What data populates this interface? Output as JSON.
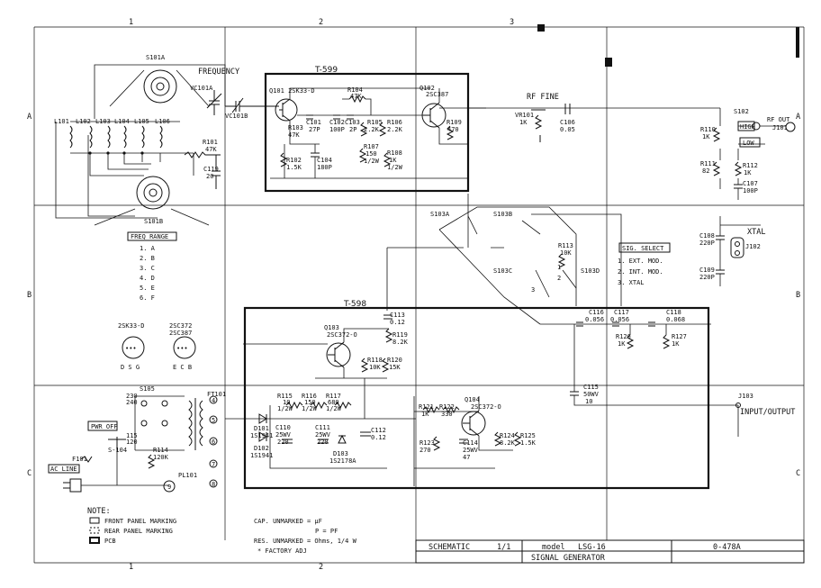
{
  "grid": {
    "cols": [
      "1",
      "2",
      "3"
    ],
    "rows": [
      "A",
      "B",
      "C"
    ]
  },
  "boards": {
    "t599": "T-599",
    "t598": "T-598"
  },
  "labels": [
    {
      "k": "s101a",
      "t": "S101A"
    },
    {
      "k": "s101b",
      "t": "S101B"
    },
    {
      "k": "freq",
      "t": "FREQUENCY"
    },
    {
      "k": "vc101a",
      "t": "VC101A"
    },
    {
      "k": "vc101b",
      "t": "VC101B"
    },
    {
      "k": "l101",
      "t": "L101"
    },
    {
      "k": "l102",
      "t": "L102"
    },
    {
      "k": "l103",
      "t": "L103"
    },
    {
      "k": "l104",
      "t": "L104"
    },
    {
      "k": "l105",
      "t": "L105"
    },
    {
      "k": "l106",
      "t": "L106"
    },
    {
      "k": "r101",
      "t": "R101"
    },
    {
      "k": "r101v",
      "t": "47K"
    },
    {
      "k": "c119",
      "t": "C119"
    },
    {
      "k": "c119v",
      "t": "20"
    },
    {
      "k": "q101",
      "t": "Q101 2SK33-D"
    },
    {
      "k": "c101",
      "t": "C101"
    },
    {
      "k": "c101v",
      "t": "27P"
    },
    {
      "k": "c102",
      "t": "C102"
    },
    {
      "k": "c102v",
      "t": "100P"
    },
    {
      "k": "c103",
      "t": "C103"
    },
    {
      "k": "c103v",
      "t": "2P"
    },
    {
      "k": "r104",
      "t": "R104"
    },
    {
      "k": "r104v",
      "t": "47K"
    },
    {
      "k": "r105",
      "t": "R105"
    },
    {
      "k": "r105v",
      "t": "2.2K"
    },
    {
      "k": "r106",
      "t": "R106"
    },
    {
      "k": "r106v",
      "t": "2.2K"
    },
    {
      "k": "r103",
      "t": "R103"
    },
    {
      "k": "r103v",
      "t": "47K"
    },
    {
      "k": "r102",
      "t": "R102"
    },
    {
      "k": "r102v",
      "t": "1.5K"
    },
    {
      "k": "c104",
      "t": "C104"
    },
    {
      "k": "c104v",
      "t": "180P"
    },
    {
      "k": "r107",
      "t": "R107"
    },
    {
      "k": "r107v",
      "t": "150"
    },
    {
      "k": "r107w",
      "t": "1/2W"
    },
    {
      "k": "r108",
      "t": "R108"
    },
    {
      "k": "r108v",
      "t": "1K"
    },
    {
      "k": "r108w",
      "t": "1/2W"
    },
    {
      "k": "q102",
      "t": "Q102"
    },
    {
      "k": "q102p",
      "t": "2SC387"
    },
    {
      "k": "r109",
      "t": "R109"
    },
    {
      "k": "r109v",
      "t": "470"
    },
    {
      "k": "rffine",
      "t": "RF FINE"
    },
    {
      "k": "vr101",
      "t": "VR101"
    },
    {
      "k": "vr101v",
      "t": "1K"
    },
    {
      "k": "c106",
      "t": "C106"
    },
    {
      "k": "c106v",
      "t": "0.05"
    },
    {
      "k": "s102",
      "t": "S102"
    },
    {
      "k": "rfout",
      "t": "RF OUT"
    },
    {
      "k": "j101",
      "t": "J101"
    },
    {
      "k": "high",
      "t": "HIGH"
    },
    {
      "k": "low",
      "t": "LOW"
    },
    {
      "k": "r110",
      "t": "R110"
    },
    {
      "k": "r110v",
      "t": "1K"
    },
    {
      "k": "r111",
      "t": "R111"
    },
    {
      "k": "r111v",
      "t": "82"
    },
    {
      "k": "r112",
      "t": "R112"
    },
    {
      "k": "r112v",
      "t": "1K"
    },
    {
      "k": "c107",
      "t": "C107"
    },
    {
      "k": "c107v",
      "t": "100P"
    },
    {
      "k": "xtal",
      "t": "XTAL"
    },
    {
      "k": "j102",
      "t": "J102"
    },
    {
      "k": "c108",
      "t": "C108"
    },
    {
      "k": "c108v",
      "t": "220P"
    },
    {
      "k": "c109",
      "t": "C109"
    },
    {
      "k": "c109v",
      "t": "220P"
    },
    {
      "k": "sigsel",
      "t": "SIG. SELECT"
    },
    {
      "k": "sig1",
      "t": "1. EXT. MOD."
    },
    {
      "k": "sig2",
      "t": "2. INT. MOD."
    },
    {
      "k": "sig3",
      "t": "3. XTAL"
    },
    {
      "k": "s103a",
      "t": "S103A"
    },
    {
      "k": "s103b",
      "t": "S103B"
    },
    {
      "k": "s103c",
      "t": "S103C"
    },
    {
      "k": "s103d",
      "t": "S103D"
    },
    {
      "k": "r113",
      "t": "R113"
    },
    {
      "k": "r113v",
      "t": "10K"
    },
    {
      "k": "freqrange",
      "t": "FREQ RANGE"
    },
    {
      "k": "fr1",
      "t": "1. A"
    },
    {
      "k": "fr2",
      "t": "2. B"
    },
    {
      "k": "fr3",
      "t": "3. C"
    },
    {
      "k": "fr4",
      "t": "4. D"
    },
    {
      "k": "fr5",
      "t": "5. E"
    },
    {
      "k": "fr6",
      "t": "6. F"
    },
    {
      "k": "pk1",
      "t": "2SK33-D"
    },
    {
      "k": "pk2",
      "t": "2SC372"
    },
    {
      "k": "pk3",
      "t": "2SC387"
    },
    {
      "k": "pk1p",
      "t": "D S G"
    },
    {
      "k": "pk2p",
      "t": "E C B"
    },
    {
      "k": "c113",
      "t": "C113"
    },
    {
      "k": "c113v",
      "t": "0.12"
    },
    {
      "k": "r119",
      "t": "R119"
    },
    {
      "k": "r119v",
      "t": "8.2K"
    },
    {
      "k": "q103",
      "t": "Q103"
    },
    {
      "k": "q103p",
      "t": "2SC372-O"
    },
    {
      "k": "r118",
      "t": "R118"
    },
    {
      "k": "r118v",
      "t": "10K"
    },
    {
      "k": "r120",
      "t": "R120"
    },
    {
      "k": "r120v",
      "t": "15K"
    },
    {
      "k": "c116",
      "t": "C116"
    },
    {
      "k": "c116v",
      "t": "0.056"
    },
    {
      "k": "c117",
      "t": "C117"
    },
    {
      "k": "c117v",
      "t": "0.056"
    },
    {
      "k": "c118",
      "t": "C118"
    },
    {
      "k": "c118v",
      "t": "0.068"
    },
    {
      "k": "r126",
      "t": "R126"
    },
    {
      "k": "r126v",
      "t": "1K"
    },
    {
      "k": "r127",
      "t": "R127"
    },
    {
      "k": "r127v",
      "t": "1K"
    },
    {
      "k": "c115",
      "t": "C115"
    },
    {
      "k": "c115v",
      "t": "50WV"
    },
    {
      "k": "c115c",
      "t": "10"
    },
    {
      "k": "j103",
      "t": "J103"
    },
    {
      "k": "inout",
      "t": "INPUT/OUTPUT"
    },
    {
      "k": "q104",
      "t": "Q104"
    },
    {
      "k": "q104p",
      "t": "2SC372-O"
    },
    {
      "k": "r121",
      "t": "R121"
    },
    {
      "k": "r121v",
      "t": "1K"
    },
    {
      "k": "r122",
      "t": "R122"
    },
    {
      "k": "r122v",
      "t": "330"
    },
    {
      "k": "r123",
      "t": "R123"
    },
    {
      "k": "r123v",
      "t": "270"
    },
    {
      "k": "c114",
      "t": "C114"
    },
    {
      "k": "c114v",
      "t": "25WV"
    },
    {
      "k": "c114c",
      "t": "47"
    },
    {
      "k": "r124",
      "t": "R124"
    },
    {
      "k": "r124v",
      "t": "8.2K"
    },
    {
      "k": "r125",
      "t": "R125"
    },
    {
      "k": "r125v",
      "t": "1.5K"
    },
    {
      "k": "s105",
      "t": "S105"
    },
    {
      "k": "v230",
      "t": "230"
    },
    {
      "k": "v240",
      "t": "240"
    },
    {
      "k": "v115",
      "t": "115"
    },
    {
      "k": "v120",
      "t": "120"
    },
    {
      "k": "pwroff",
      "t": "PWR OFF"
    },
    {
      "k": "s104",
      "t": "S-104"
    },
    {
      "k": "f101",
      "t": "F101"
    },
    {
      "k": "acline",
      "t": "AC LINE"
    },
    {
      "k": "r114",
      "t": "R114"
    },
    {
      "k": "r114v",
      "t": "120K"
    },
    {
      "k": "pl101",
      "t": "PL101"
    },
    {
      "k": "ft101",
      "t": "FT101"
    },
    {
      "k": "d101",
      "t": "D101"
    },
    {
      "k": "d101p",
      "t": "1S1941"
    },
    {
      "k": "d102",
      "t": "D102"
    },
    {
      "k": "d102p",
      "t": "1S1941"
    },
    {
      "k": "r115",
      "t": "R115"
    },
    {
      "k": "r115v",
      "t": "10"
    },
    {
      "k": "r115w",
      "t": "1/2W"
    },
    {
      "k": "r116",
      "t": "R116"
    },
    {
      "k": "r116v",
      "t": "150"
    },
    {
      "k": "r116w",
      "t": "1/2W"
    },
    {
      "k": "r117",
      "t": "R117"
    },
    {
      "k": "r117v",
      "t": "680"
    },
    {
      "k": "r117w",
      "t": "1/2W"
    },
    {
      "k": "c110",
      "t": "C110"
    },
    {
      "k": "c110v",
      "t": "25WV"
    },
    {
      "k": "c110c",
      "t": "220"
    },
    {
      "k": "c111",
      "t": "C111"
    },
    {
      "k": "c111v",
      "t": "25WV"
    },
    {
      "k": "c111c",
      "t": "220"
    },
    {
      "k": "d103",
      "t": "D103"
    },
    {
      "k": "d103p",
      "t": "1S2178A"
    },
    {
      "k": "c112",
      "t": "C112"
    },
    {
      "k": "c112v",
      "t": "0.12"
    },
    {
      "k": "n4",
      "t": "4"
    },
    {
      "k": "n5",
      "t": "5"
    },
    {
      "k": "n6",
      "t": "6"
    },
    {
      "k": "n7",
      "t": "7"
    },
    {
      "k": "n8",
      "t": "8"
    },
    {
      "k": "n9",
      "t": "9"
    },
    {
      "k": "n1",
      "t": "1"
    },
    {
      "k": "n2",
      "t": "2"
    },
    {
      "k": "n3",
      "t": "3"
    }
  ],
  "notes": {
    "title": "NOTE:",
    "front": "FRONT PANEL MARKING",
    "rear": "REAR PANEL MARKING",
    "pcb": "PCB",
    "cap": "CAP. UNMARKED = μF",
    "cap2": "P = PF",
    "res": "RES. UNMARKED = Ohms, 1/4 W",
    "adj": "*  FACTORY ADJ"
  },
  "titleblock": {
    "schematic": "SCHEMATIC",
    "scale": "1/1",
    "model_label": "model",
    "model": "LSG-16",
    "name": "SIGNAL GENERATOR",
    "number": "0-478A"
  }
}
